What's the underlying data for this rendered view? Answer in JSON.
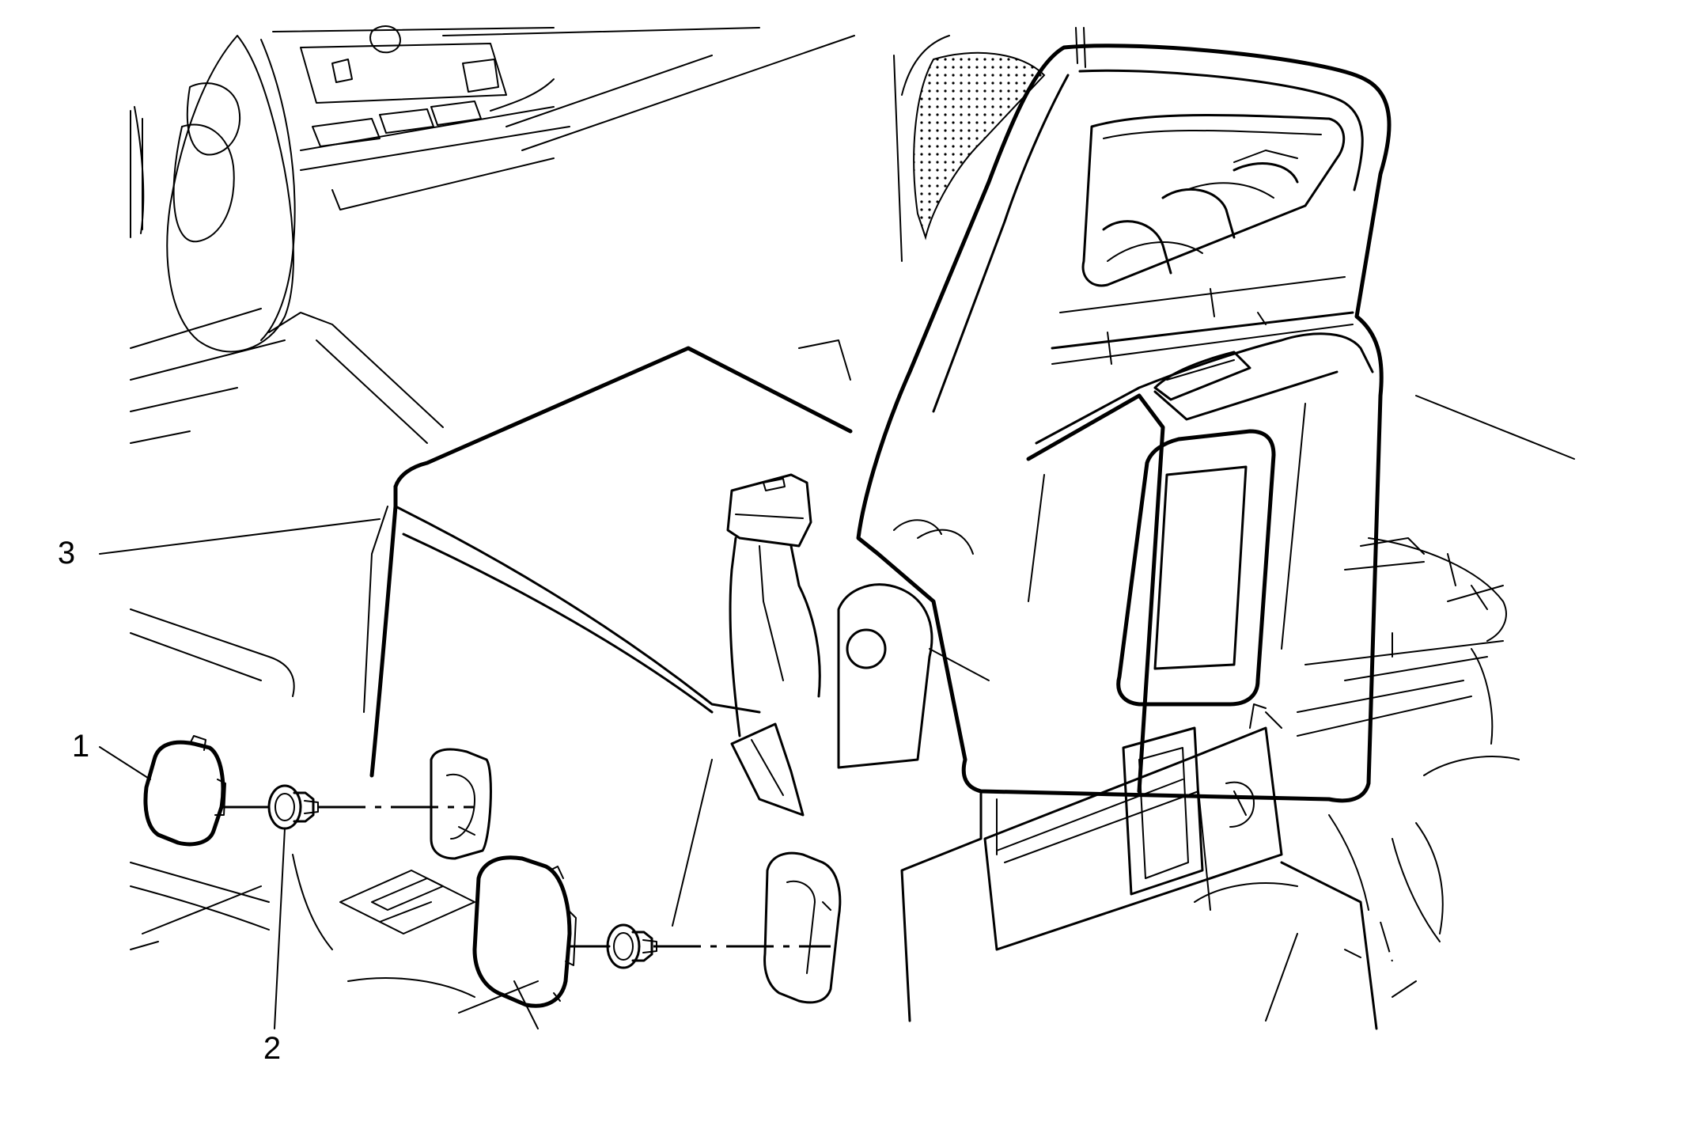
{
  "callouts": [
    {
      "id": "1",
      "label": "1"
    },
    {
      "id": "2",
      "label": "2"
    },
    {
      "id": "3",
      "label": "3"
    }
  ],
  "colors": {
    "background": "#ffffff",
    "ink": "#000000"
  }
}
